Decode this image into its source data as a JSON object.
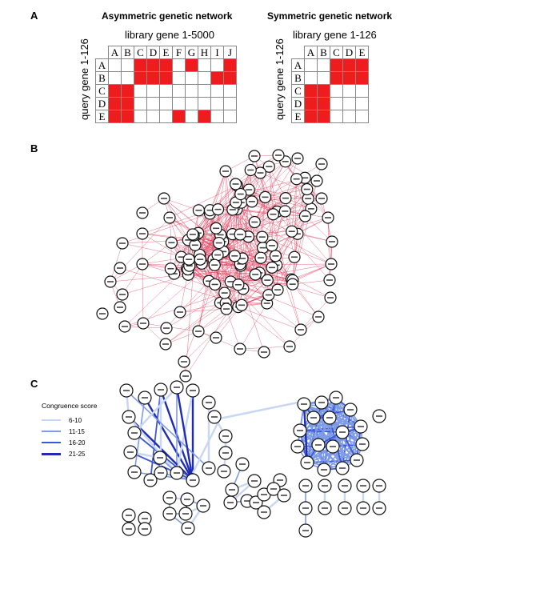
{
  "panels": {
    "a": "A",
    "b": "B",
    "c": "C"
  },
  "matrix_left": {
    "title": "Asymmetric genetic network",
    "subtitle": "library gene 1-5000",
    "ylabel": "query gene 1-126",
    "cols": [
      "A",
      "B",
      "C",
      "D",
      "E",
      "F",
      "G",
      "H",
      "I",
      "J"
    ],
    "rows": [
      "A",
      "B",
      "C",
      "D",
      "E"
    ],
    "cells": [
      [
        0,
        0,
        1,
        1,
        1,
        0,
        1,
        0,
        0,
        1
      ],
      [
        0,
        0,
        1,
        1,
        1,
        0,
        0,
        0,
        1,
        1
      ],
      [
        1,
        1,
        0,
        0,
        0,
        0,
        0,
        0,
        0,
        0
      ],
      [
        1,
        1,
        0,
        0,
        0,
        0,
        0,
        0,
        0,
        0
      ],
      [
        1,
        1,
        0,
        0,
        0,
        1,
        0,
        1,
        0,
        0
      ]
    ]
  },
  "matrix_right": {
    "title": "Symmetric genetic network",
    "subtitle": "library gene 1-126",
    "ylabel": "query gene 1-126",
    "cols": [
      "A",
      "B",
      "C",
      "D",
      "E"
    ],
    "rows": [
      "A",
      "B",
      "C",
      "D",
      "E"
    ],
    "cells": [
      [
        0,
        0,
        1,
        1,
        1
      ],
      [
        0,
        0,
        1,
        1,
        1
      ],
      [
        1,
        1,
        0,
        0,
        0
      ],
      [
        1,
        1,
        0,
        0,
        0
      ],
      [
        1,
        1,
        0,
        0,
        0
      ]
    ]
  },
  "colors": {
    "matrix_fill": "#ee1c1c",
    "network_b_edge": "#e0405f",
    "congruence": [
      "#c9d7f2",
      "#7d9be6",
      "#3f58d6",
      "#1f2bb5"
    ]
  },
  "legend": {
    "title": "Congruence score",
    "items": [
      "6-10",
      "11-15",
      "16-20",
      "21-25"
    ]
  }
}
